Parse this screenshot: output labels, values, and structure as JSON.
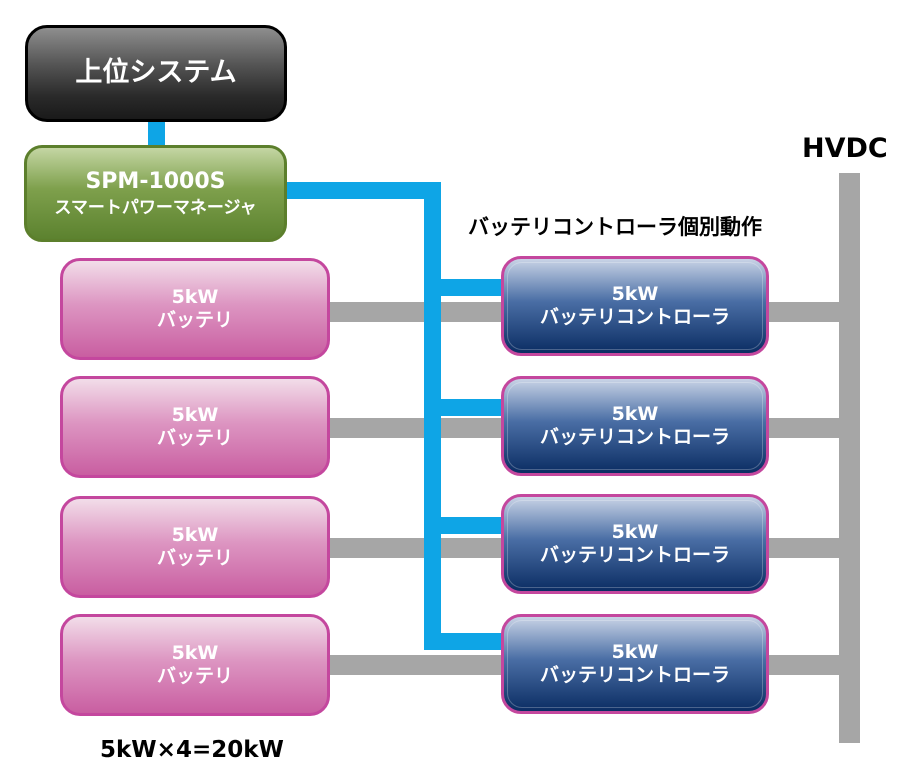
{
  "upper_system": {
    "label": "上位システム"
  },
  "spm": {
    "model": "SPM-1000S",
    "name": "スマートパワーマネージャ"
  },
  "hvdc_label": "HVDC",
  "controller_caption": "バッテリコントローラ個別動作",
  "total_label": "5kW×4=20kW",
  "batteries": [
    {
      "power": "5kW",
      "name": "バッテリ"
    },
    {
      "power": "5kW",
      "name": "バッテリ"
    },
    {
      "power": "5kW",
      "name": "バッテリ"
    },
    {
      "power": "5kW",
      "name": "バッテリ"
    }
  ],
  "controllers": [
    {
      "power": "5kW",
      "name": "バッテリコントローラ"
    },
    {
      "power": "5kW",
      "name": "バッテリコントローラ"
    },
    {
      "power": "5kW",
      "name": "バッテリコントローラ"
    },
    {
      "power": "5kW",
      "name": "バッテリコントローラ"
    }
  ],
  "colors": {
    "control_line": "#0ea5e6",
    "power_line": "#a6a6a6",
    "battery_border": "#c4479e",
    "controller_fill": "#0b2d63",
    "spm_fill": "#5c822f",
    "upper_fill": "#1a1a1a"
  }
}
